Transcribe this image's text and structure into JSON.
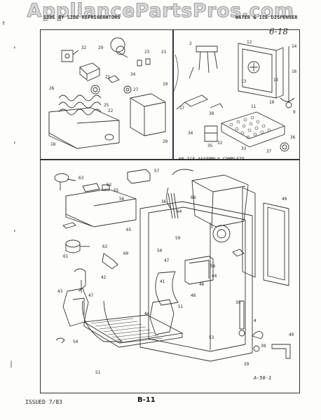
{
  "watermark": "AppliancePartsPros.com",
  "header": {
    "left": "SIDE BY SIDE REFRIGERATORS",
    "right": "WATER & ICE DISPENSER",
    "handwritten_note": "6-18"
  },
  "panels": {
    "top_left": {
      "labels": [
        "32",
        "29",
        "23",
        "21",
        "34",
        "27",
        "19",
        "26",
        "25",
        "22",
        "21",
        "20",
        "18"
      ]
    },
    "top_right": {
      "labels": [
        "2",
        "12",
        "14",
        "13",
        "11",
        "15",
        "16",
        "10",
        "9",
        "17",
        "38",
        "34",
        "36",
        "35",
        "37",
        "33",
        "32"
      ],
      "caption": "60 ICE ASSEMBLY COMPLETE"
    },
    "bottom": {
      "labels": [
        "63",
        "57",
        "52",
        "36",
        "40",
        "68",
        "56",
        "55",
        "64",
        "59",
        "65",
        "62",
        "60",
        "61",
        "50",
        "47",
        "42",
        "41",
        "43",
        "44",
        "46",
        "48",
        "56",
        "51",
        "4",
        "39",
        "38",
        "49",
        "29",
        "53",
        "54",
        "51",
        "44",
        "47"
      ]
    }
  },
  "footer": {
    "reference": "A-56-1",
    "issued": "ISSUED 7/83",
    "page": "B-11"
  }
}
